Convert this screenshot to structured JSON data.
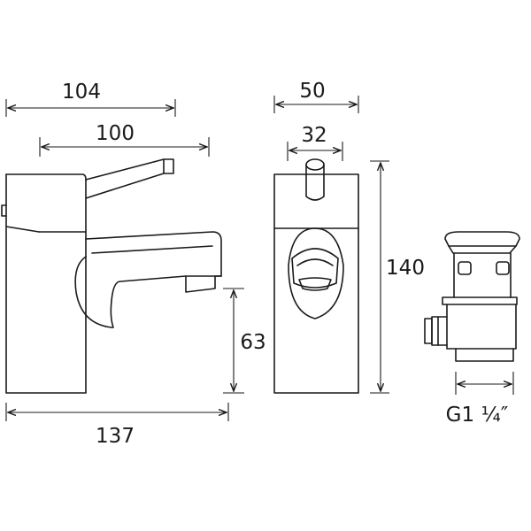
{
  "dimensions": {
    "w104": "104",
    "w100": "100",
    "w50": "50",
    "w32": "32",
    "h140": "140",
    "h63": "63",
    "w137": "137",
    "thread": "G1 ¼″"
  },
  "colors": {
    "line": "#1a1a1a",
    "background": "#ffffff"
  }
}
